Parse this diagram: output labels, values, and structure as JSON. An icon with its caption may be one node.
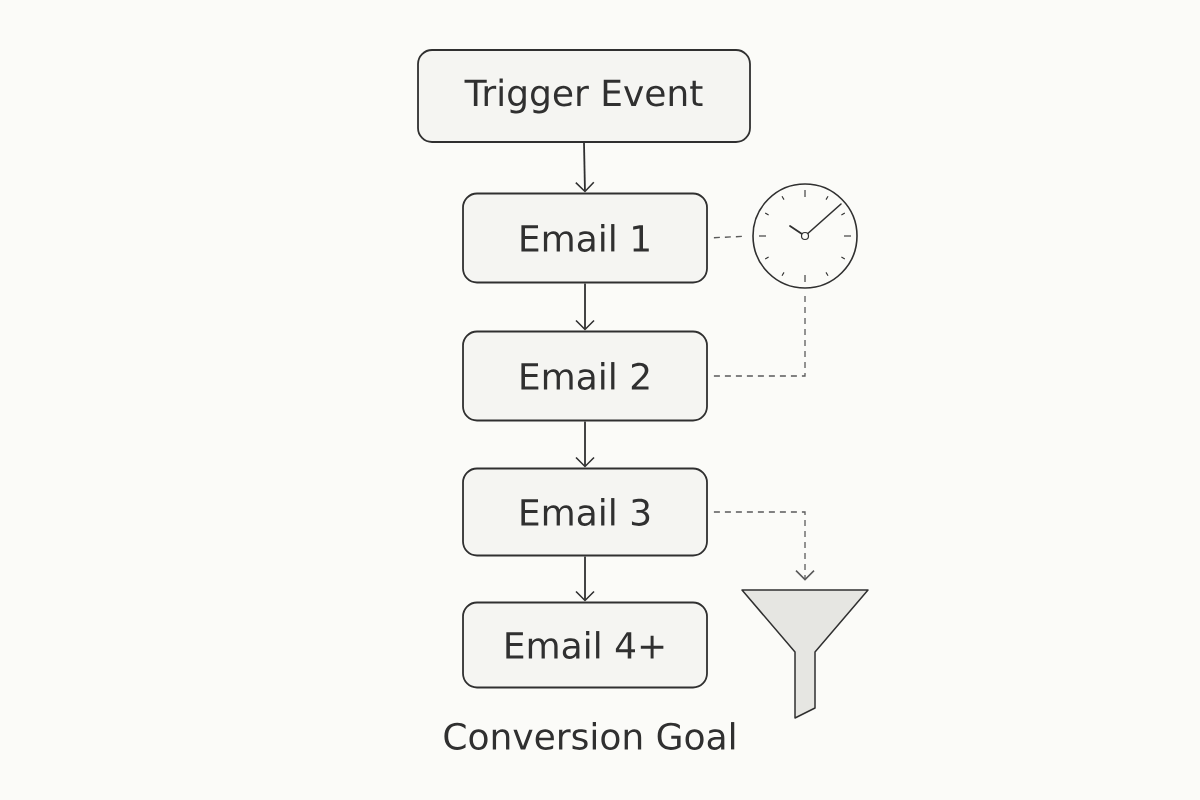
{
  "diagram": {
    "nodes": [
      {
        "text": [
          "Trigger Event"
        ]
      },
      {
        "text": [
          "Email 1"
        ]
      },
      {
        "text": [
          "Email 2"
        ]
      },
      {
        "text": [
          "Email 3"
        ]
      },
      {
        "text": [
          "Email 4+"
        ]
      },
      {
        "text": [],
        "shape": "clock"
      },
      {
        "text": [],
        "shape": "funnel"
      }
    ],
    "edges": [
      {
        "from": 0,
        "to": 1,
        "arrow": "to"
      },
      {
        "from": 1,
        "to": 2,
        "arrow": "to"
      },
      {
        "from": 2,
        "to": 3,
        "arrow": "to"
      },
      {
        "from": 3,
        "to": 4,
        "arrow": "to"
      },
      {
        "from": 1,
        "to": 5,
        "arrow": "none",
        "style": "dashed"
      },
      {
        "from": 2,
        "to": 5,
        "arrow": "none",
        "style": "dashed"
      },
      {
        "from": 3,
        "to": 6,
        "arrow": "to",
        "style": "dashed"
      }
    ],
    "labels": [
      "Conversion Goal"
    ]
  }
}
